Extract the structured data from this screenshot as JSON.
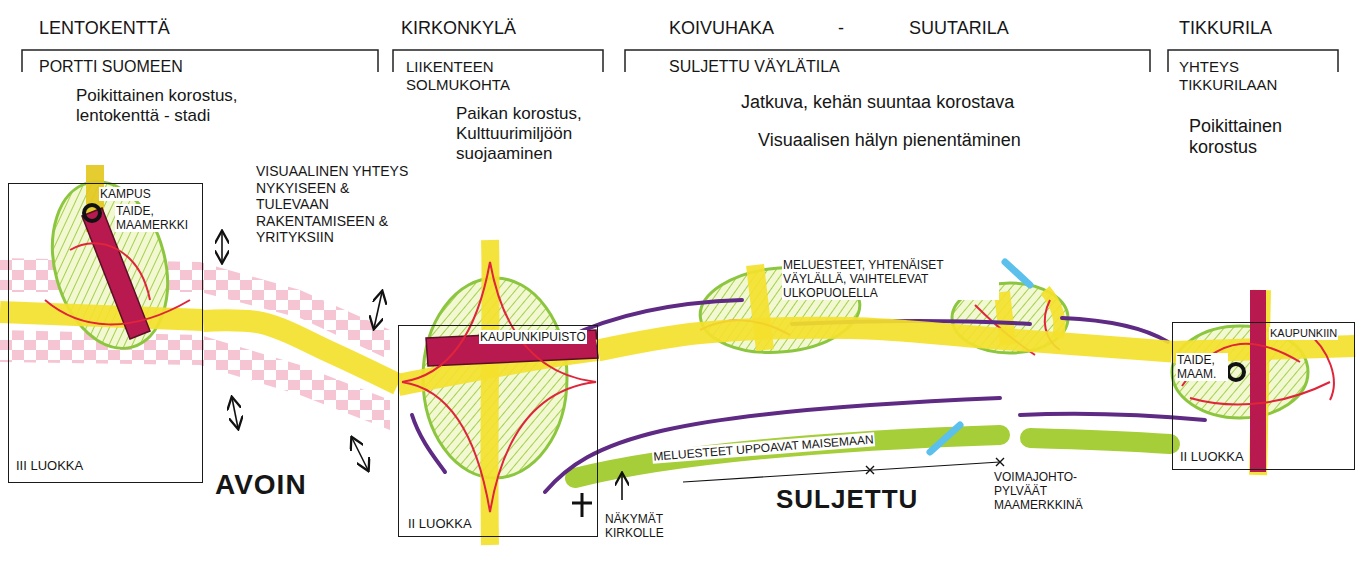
{
  "diagram": {
    "nodes": [
      {
        "text": [
          "KAMPUS",
          "TAIDE, MAAMERKKI",
          "III LUOKKA"
        ]
      },
      {
        "text": [
          "KAUPUNKIPUISTO",
          "II LUOKKA"
        ]
      },
      {
        "text": [
          "TAIDE, MAAM.",
          "KAUPUNKIIN",
          "II LUOKKA"
        ]
      }
    ],
    "edges": [
      {
        "from": 0,
        "to": 1,
        "arrow": "none"
      },
      {
        "from": 1,
        "to": 2,
        "arrow": "none"
      }
    ],
    "labels": [
      "LENTOKENTTÄ",
      "PORTTI SUOMEEN",
      "Poikittainen korostus, lentokenttä - stadi",
      "KIRKONKYLÄ",
      "LIIKENTEEN SOLMUKOHTA",
      "Paikan korostus, Kulttuurimiljöön suojaaminen",
      "KOIVUHAKA - SUUTARILA",
      "SULJETTU VÄYLÄTILA",
      "Jatkuva, kehän suuntaa korostava",
      "Visuaalisen hälyn pienentäminen",
      "TIKKURILA",
      "YHTEYS TIKKURILAAN",
      "Poikittainen korostus",
      "VISUAALINEN YHTEYS NYKYISEEN & TULEVAAN RAKENTAMISEEN & YRITYKSIIN",
      "AVOIN",
      "MELUESTEET, YHTENÄISET VÄYLÄLLÄ, VAIHTELEVAT ULKOPUOLELLA",
      "MELUESTEET UPPOAVAT MAISEMAAN",
      "SULJETTU",
      "VOIMAJOHTO- PYLVÄÄT MAAMERKKINÄ",
      "NÄKYMÄT KIRKOLLE"
    ]
  }
}
